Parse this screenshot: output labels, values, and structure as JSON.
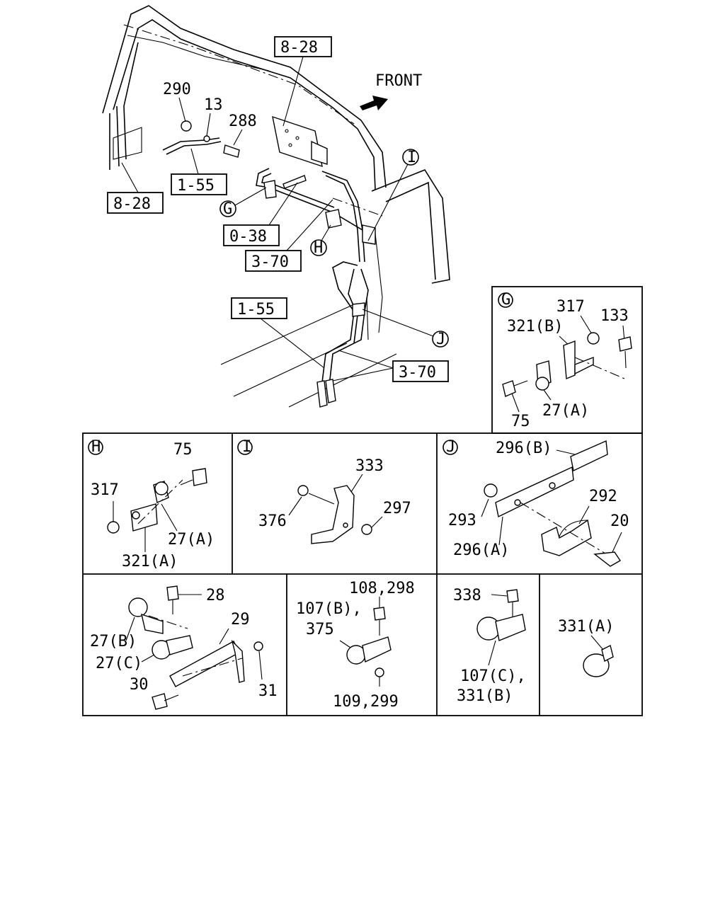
{
  "refs": {
    "r828a": "8-28",
    "r828b": "8-28",
    "r155a": "1-55",
    "r155b": "1-55",
    "r038": "0-38",
    "r370a": "3-70",
    "r370b": "3-70"
  },
  "front_label": "FRONT",
  "callouts": {
    "c290": "290",
    "c13": "13",
    "c288": "288"
  },
  "circle_markers": {
    "G": "G",
    "H": "H",
    "I": "I",
    "J": "J"
  },
  "panels": {
    "G": {
      "marker": "G",
      "labels": [
        "317",
        "133",
        "321(B)",
        "75",
        "27(A)"
      ]
    },
    "H": {
      "marker": "H",
      "labels": [
        "75",
        "317",
        "27(A)",
        "321(A)"
      ]
    },
    "I": {
      "marker": "I",
      "labels": [
        "333",
        "376",
        "297"
      ]
    },
    "J": {
      "marker": "J",
      "labels": [
        "296(B)",
        "292",
        "293",
        "20",
        "296(A)"
      ]
    },
    "K": {
      "labels": [
        "28",
        "29",
        "27(B)",
        "27(C)",
        "30",
        "31"
      ]
    },
    "L": {
      "labels": [
        "108,298",
        "107(B),",
        "375",
        "109,299"
      ]
    },
    "M": {
      "labels": [
        "338",
        "107(C),",
        "331(B)"
      ]
    },
    "N": {
      "labels": [
        "331(A)"
      ]
    }
  }
}
